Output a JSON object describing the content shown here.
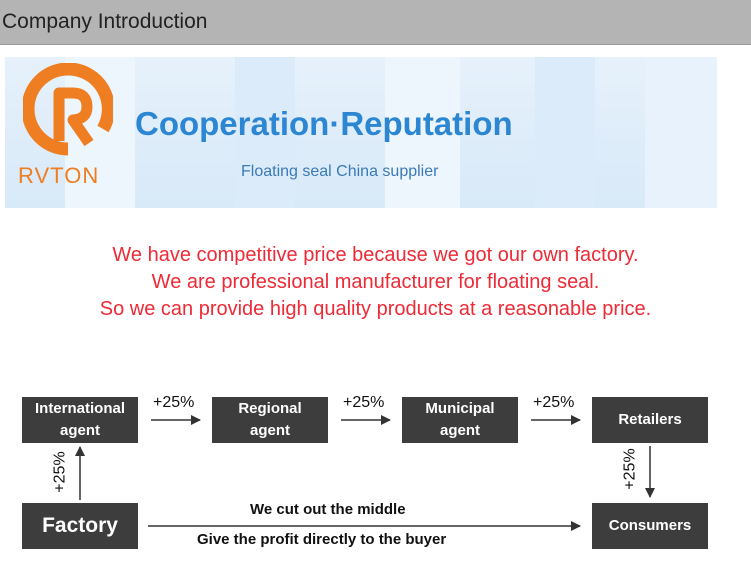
{
  "header": {
    "title": "Company Introduction"
  },
  "banner": {
    "logo_text": "RVTON",
    "title": "Cooperation·Reputation",
    "subtitle": "Floating seal China supplier"
  },
  "slogans": [
    "We have competitive price because we got our own factory.",
    "We are professional manufacturer for floating seal.",
    "So we can provide high quality products at a reasonable price."
  ],
  "colors": {
    "header_bg": "#b4b4b4",
    "slogan": "#ee2a36",
    "banner_title": "#2c86d2",
    "logo": "#ef7d22",
    "box": "#3d3d3d"
  },
  "flow": {
    "international": [
      "International",
      "agent"
    ],
    "regional": [
      "Regional",
      "agent"
    ],
    "municipal": [
      "Municipal",
      "agent"
    ],
    "retailers": "Retailers",
    "factory": "Factory",
    "consumers": "Consumers",
    "markup": "+25%",
    "cut_text": "We cut out the middle",
    "profit_text": "Give the profit directly to the buyer"
  }
}
